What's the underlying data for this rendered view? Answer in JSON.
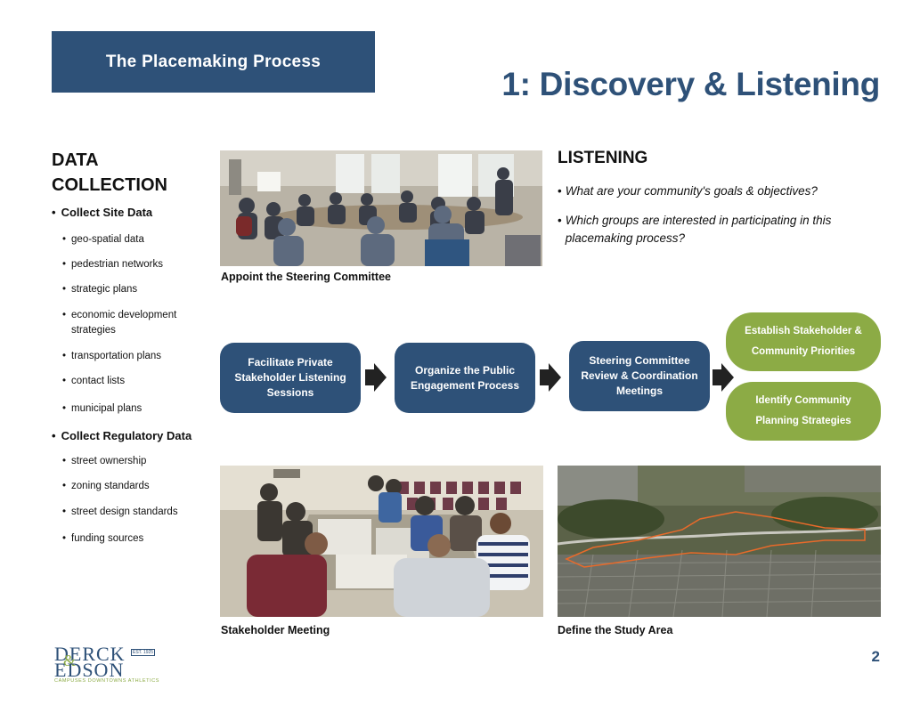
{
  "header": {
    "section_label": "The Placemaking Process",
    "title": "1: Discovery & Listening"
  },
  "data_collection": {
    "heading": "DATA COLLECTION",
    "site": {
      "label": "Collect Site Data",
      "items": [
        "geo-spatial data",
        "pedestrian networks",
        "strategic plans",
        "economic development strategies",
        "transportation plans",
        "contact lists",
        "municipal plans"
      ]
    },
    "regulatory": {
      "label": "Collect Regulatory Data",
      "items": [
        "street ownership",
        "zoning standards",
        "street design standards",
        "funding sources"
      ]
    }
  },
  "photos": {
    "steering": "Appoint the Steering Committee",
    "stakeholder": "Stakeholder Meeting",
    "study_area": "Define the Study Area"
  },
  "listening": {
    "heading": "LISTENING",
    "questions": [
      "What are your community's goals & objectives?",
      "Which groups are interested in participating in this placemaking process?"
    ]
  },
  "flow": {
    "steps": [
      "Facilitate Private Stakeholder Listening Sessions",
      "Organize the Public Engagement Process",
      "Steering Committee Review & Coordination Meetings"
    ],
    "outcomes": [
      "Establish Stakeholder & Community Priorities",
      "Identify Community Planning Strategies"
    ]
  },
  "footer": {
    "logo_line1": "DERCK",
    "logo_amp": "&",
    "logo_line2": "EDSON",
    "logo_est": "EST. 1925",
    "logo_tagline": "CAMPUSES DOWNTOWNS ATHLETICS",
    "page_number": "2"
  },
  "colors": {
    "brand_blue": "#2e5178",
    "brand_green": "#8cab45"
  }
}
